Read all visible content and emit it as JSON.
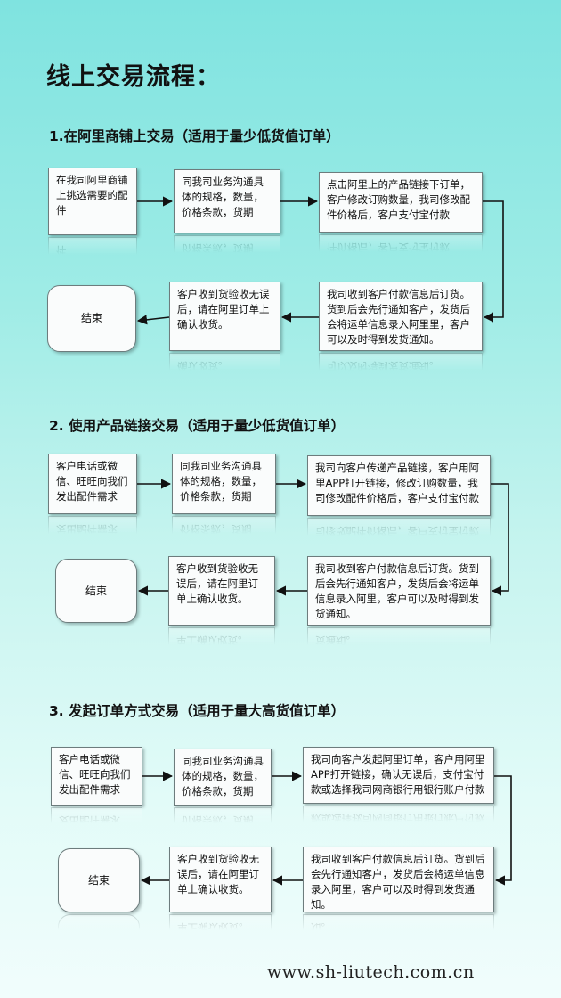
{
  "title": "线上交易流程：",
  "sections": [
    {
      "heading": "1.在阿里商铺上交易（适用于量少低货值订单）",
      "steps": [
        "在我司阿里商铺上挑选需要的配件",
        "同我司业务沟通具体的规格，数量，价格条款，货期",
        "点击阿里上的产品链接下订单，客户修改订购数量，我司修改配件价格后，客户支付宝付款",
        "我司收到客户付款信息后订货。货到后会先行通知客户，发货后会将运单信息录入阿里里，客户可以及时得到发货通知。",
        "客户收到货验收无误后，请在阿里订单上确认收货。",
        "结束"
      ]
    },
    {
      "heading": "2. 使用产品链接交易（适用于量少低货值订单）",
      "steps": [
        "客户电话或微信、旺旺向我们发出配件需求",
        "同我司业务沟通具体的规格，数量，价格条款，货期",
        "我司向客户传递产品链接，客户用阿里APP打开链接，修改订购数量，我司修改配件价格后，客户支付宝付款",
        "我司收到客户付款信息后订货。货到后会先行通知客户，发货后会将运单信息录入阿里，客户可以及时得到发货通知。",
        "客户收到货验收无误后，请在阿里订单上确认收货。",
        "结束"
      ]
    },
    {
      "heading": "3. 发起订单方式交易（适用于量大高货值订单）",
      "steps": [
        "客户电话或微信、旺旺向我们发出配件需求",
        "同我司业务沟通具体的规格，数量，价格条款，货期",
        "我司向客户发起阿里订单，客户用阿里APP打开链接，确认无误后，支付宝付款或选择我司网商银行用银行账户付款",
        "我司收到客户付款信息后订货。货到后会先行通知客户，发货后会将运单信息录入阿里，客户可以及时得到发货通知。",
        "客户收到货验收无误后，请在阿里订单上确认收货。",
        "结束"
      ]
    }
  ],
  "footer": "www.sh-liutech.com.cn"
}
